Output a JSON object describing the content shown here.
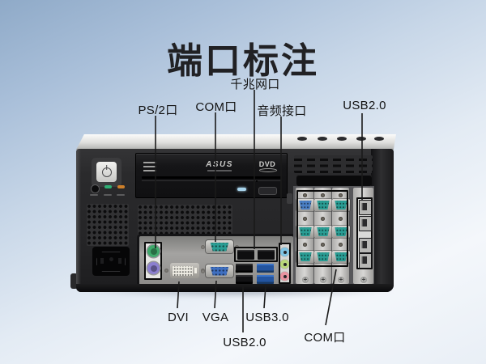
{
  "title": "端口标注",
  "device": {
    "drive_brand": "ASUS",
    "drive_badge": "DVD"
  },
  "colors": {
    "background_top": "#8faac8",
    "background_bottom": "#f4f7fb",
    "annotation_line": "#1a1a1a",
    "ps2_green": "#3fa96b",
    "ps2_purple": "#8b7fd0",
    "com_teal": "#2a9d94",
    "com_blue": "#4a7fc4",
    "vga_blue": "#3f6fc0",
    "usb3_blue": "#23549f",
    "audio_line_in": "#7fc4e4",
    "audio_line_out": "#b9d87a",
    "audio_mic": "#e8939f"
  },
  "annotations": {
    "top": [
      {
        "label": "PS/2口"
      },
      {
        "label": "COM口"
      },
      {
        "label": "千兆网口"
      },
      {
        "label": "音频接口"
      },
      {
        "label": "USB2.0"
      }
    ],
    "bottom": [
      {
        "label": "DVI"
      },
      {
        "label": "VGA"
      },
      {
        "label": "USB3.0"
      },
      {
        "label": "USB2.0"
      },
      {
        "label": "COM口"
      }
    ]
  }
}
